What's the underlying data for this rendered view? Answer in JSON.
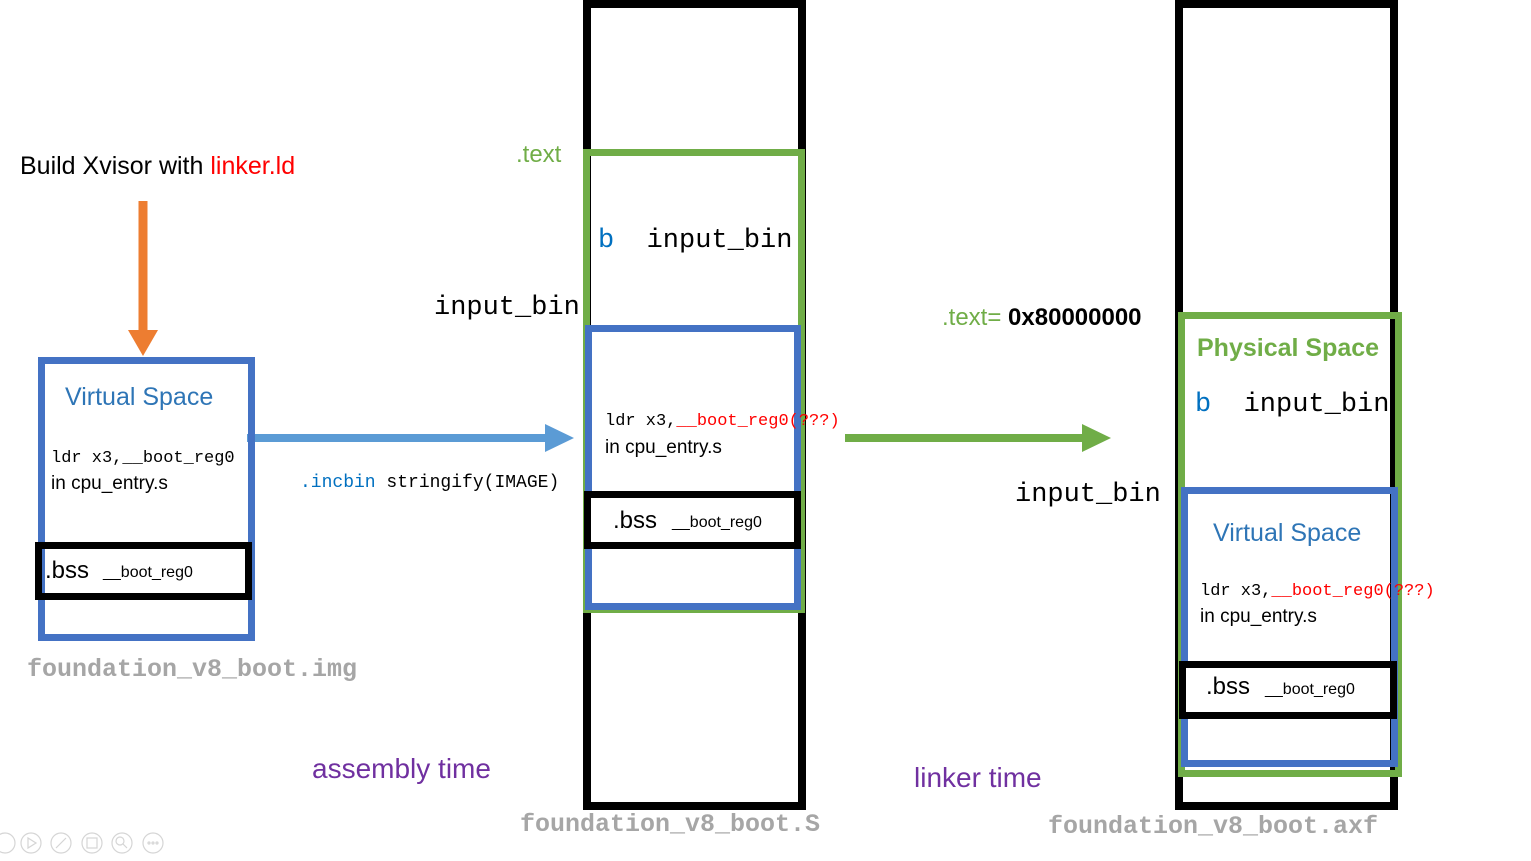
{
  "build": {
    "prefix": "Build Xvisor with ",
    "linker": "linker.ld"
  },
  "img": {
    "space_label": "Virtual Space",
    "ldr": "ldr x3,__boot_reg0",
    "in_entry": "in cpu_entry.s",
    "bss": ".bss",
    "bss_sym": "__boot_reg0",
    "filename": "foundation_v8_boot.img"
  },
  "incbin": {
    "directive": ".incbin",
    "arg": " stringify(IMAGE)"
  },
  "asm": {
    "text_label": ".text",
    "b": "b",
    "b_target": "input_bin",
    "input_bin_label": "input_bin",
    "ldr_prefix": "ldr x3,",
    "ldr_sym": "__boot_reg0(???)",
    "in_entry": "in cpu_entry.s",
    "bss": ".bss",
    "bss_sym": "__boot_reg0",
    "filename": "foundation_v8_boot.S",
    "phase": "assembly time"
  },
  "axf": {
    "text_eq": ".text=",
    "addr": "0x80000000",
    "phys_label": "Physical Space",
    "b": "b",
    "b_target": "input_bin",
    "input_bin_label": "input_bin",
    "virt_label": "Virtual Space",
    "ldr_prefix": "ldr x3,",
    "ldr_sym": "__boot_reg0(???)",
    "in_entry": "in cpu_entry.s",
    "bss": ".bss",
    "bss_sym": "__boot_reg0",
    "filename": "foundation_v8_boot.axf",
    "phase": "linker time"
  },
  "colors": {
    "blue": "#4472c4",
    "green": "#70ad47",
    "orange": "#ed7d31",
    "arrow_blue": "#5b9bd5",
    "black": "#000000",
    "red": "#ff0000",
    "purple": "#7030a0"
  }
}
